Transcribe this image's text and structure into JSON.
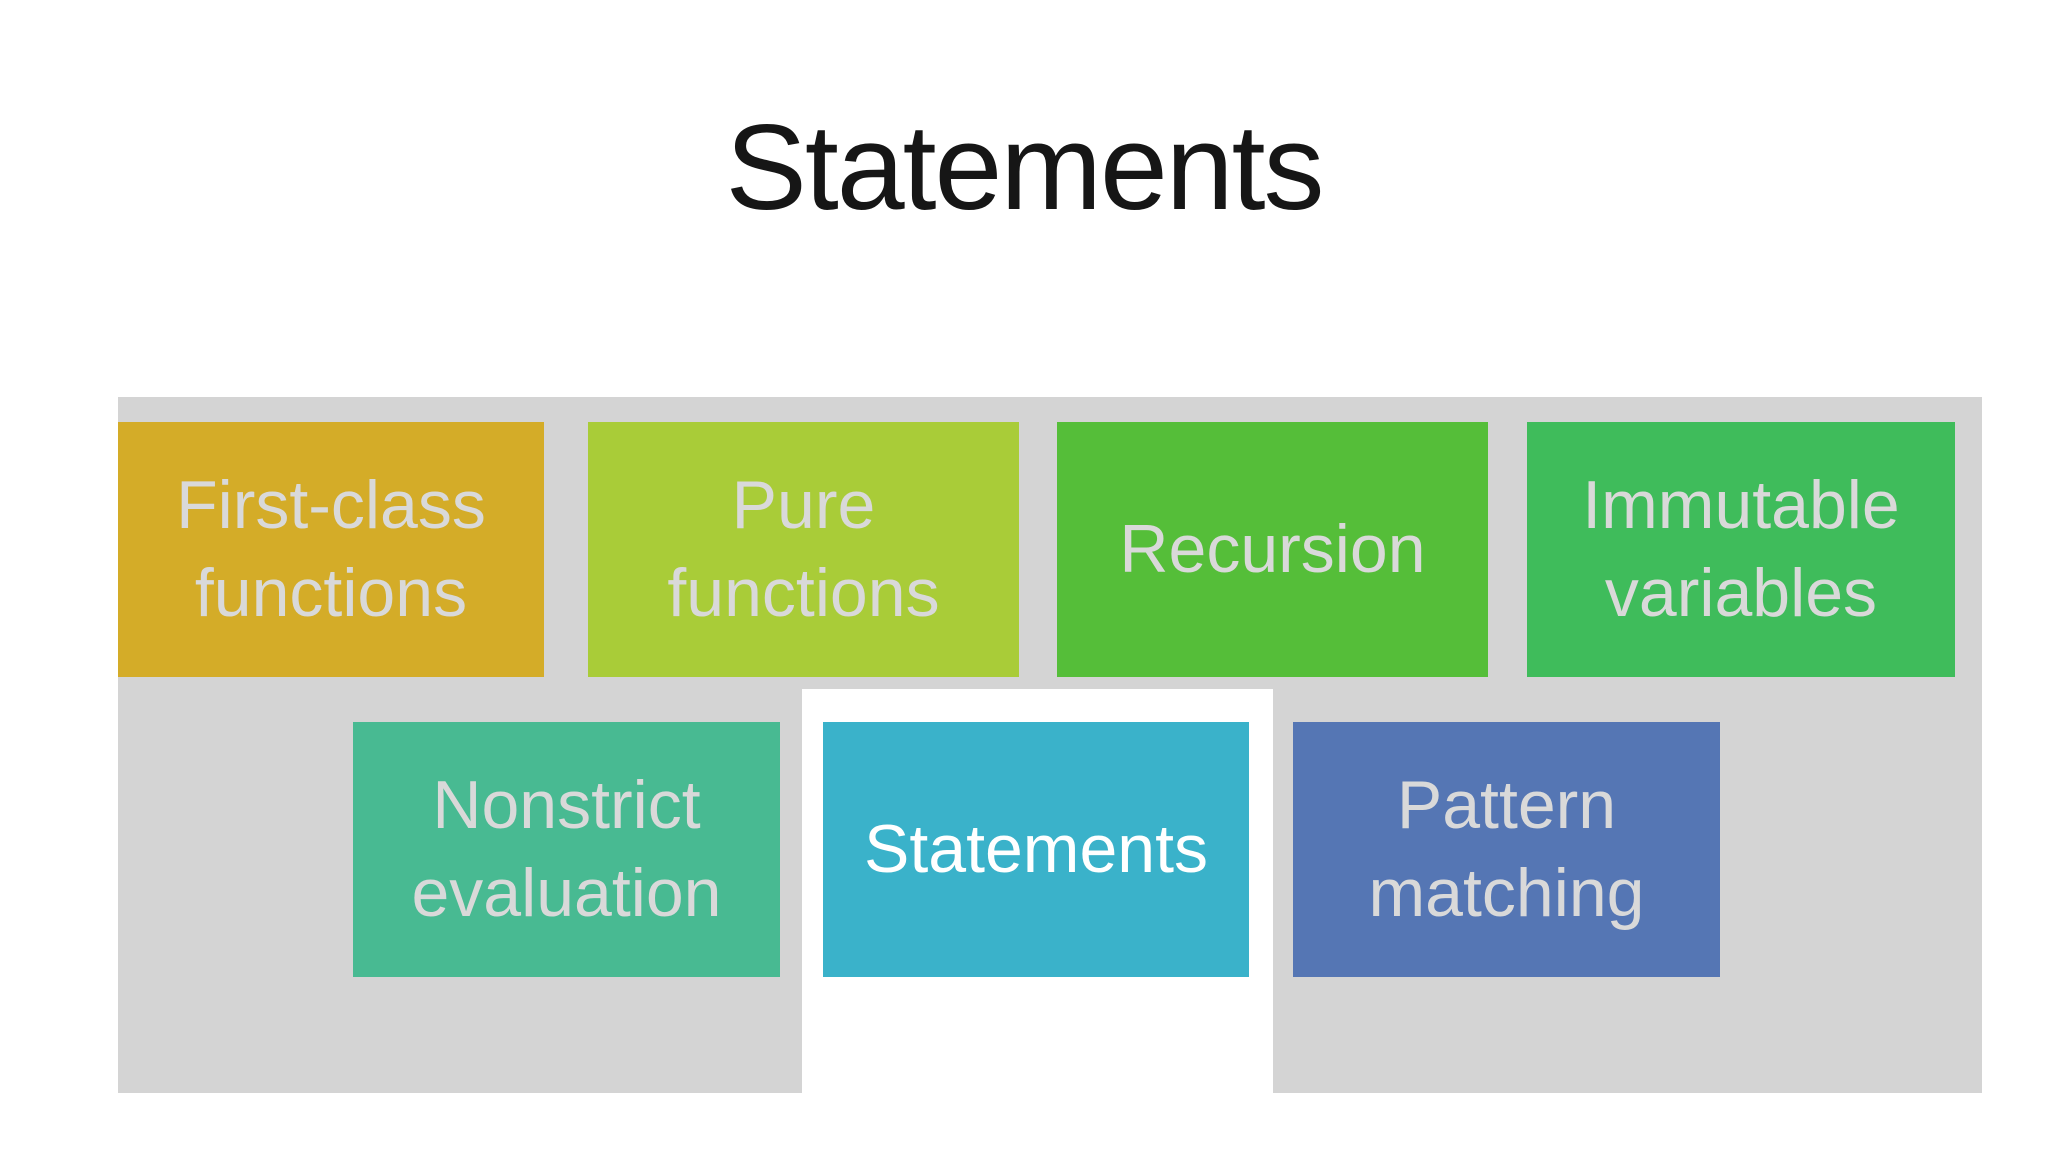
{
  "slide": {
    "title": "Statements",
    "band_color": "#D4D4D4",
    "highlight_frame_color": "#FFFFFF",
    "label_color": "#D9D9D9",
    "title_color": "#161616",
    "boxes": [
      {
        "label": "First-class functions",
        "color": "#D4AC28",
        "text_color": "#D9D9D9",
        "row": 1,
        "highlighted": false
      },
      {
        "label": "Pure functions",
        "color": "#A9CC38",
        "text_color": "#D9D9D9",
        "row": 1,
        "highlighted": false
      },
      {
        "label": "Recursion",
        "color": "#55BE39",
        "text_color": "#D9D9D9",
        "row": 1,
        "highlighted": false
      },
      {
        "label": "Immutable variables",
        "color": "#3FBC5B",
        "text_color": "#D9D9D9",
        "row": 1,
        "highlighted": false
      },
      {
        "label": "Nonstrict evaluation",
        "color": "#48BA92",
        "text_color": "#D9D9D9",
        "row": 2,
        "highlighted": false
      },
      {
        "label": "Statements",
        "color": "#3AB2CA",
        "text_color": "#FFFFFF",
        "row": 2,
        "highlighted": true
      },
      {
        "label": "Pattern matching",
        "color": "#5576B4",
        "text_color": "#D9D9D9",
        "row": 2,
        "highlighted": false
      }
    ]
  }
}
